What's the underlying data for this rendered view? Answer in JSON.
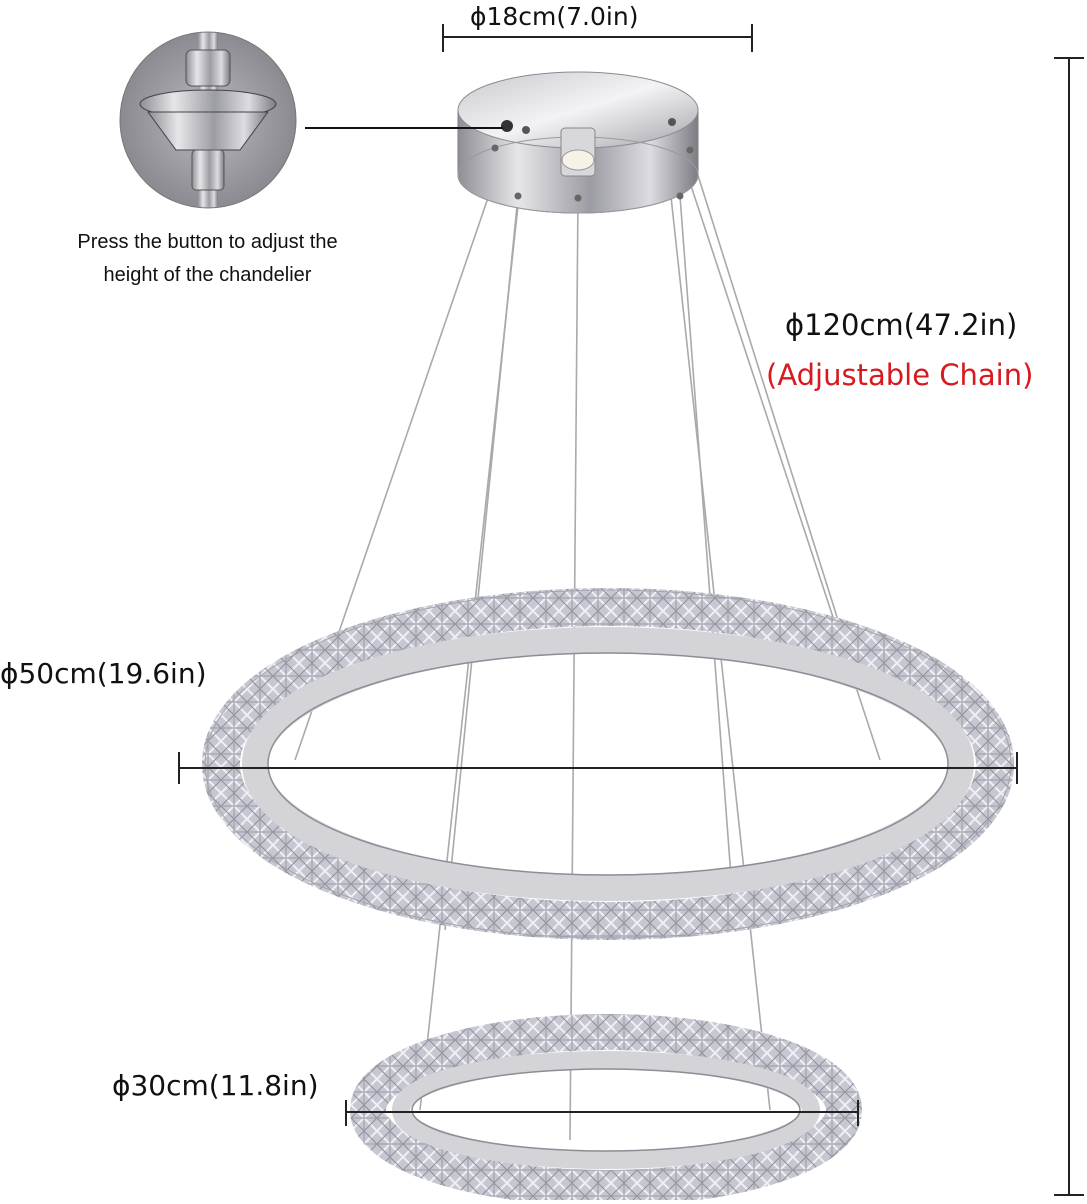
{
  "dimensions": {
    "canopy_diameter": "ϕ18cm(7.0in)",
    "chain_length": "ϕ120cm(47.2in)",
    "chain_note": "(Adjustable Chain)",
    "large_ring_diameter": "ϕ50cm(19.6in)",
    "small_ring_diameter": "ϕ30cm(11.8in)"
  },
  "callout": {
    "line1": "Press the button to adjust the",
    "line2": "height of the chandelier"
  },
  "colors": {
    "text": "#111111",
    "accent_red": "#d71920",
    "chrome": "#b9b9be",
    "crystal": "#c9cad3"
  }
}
